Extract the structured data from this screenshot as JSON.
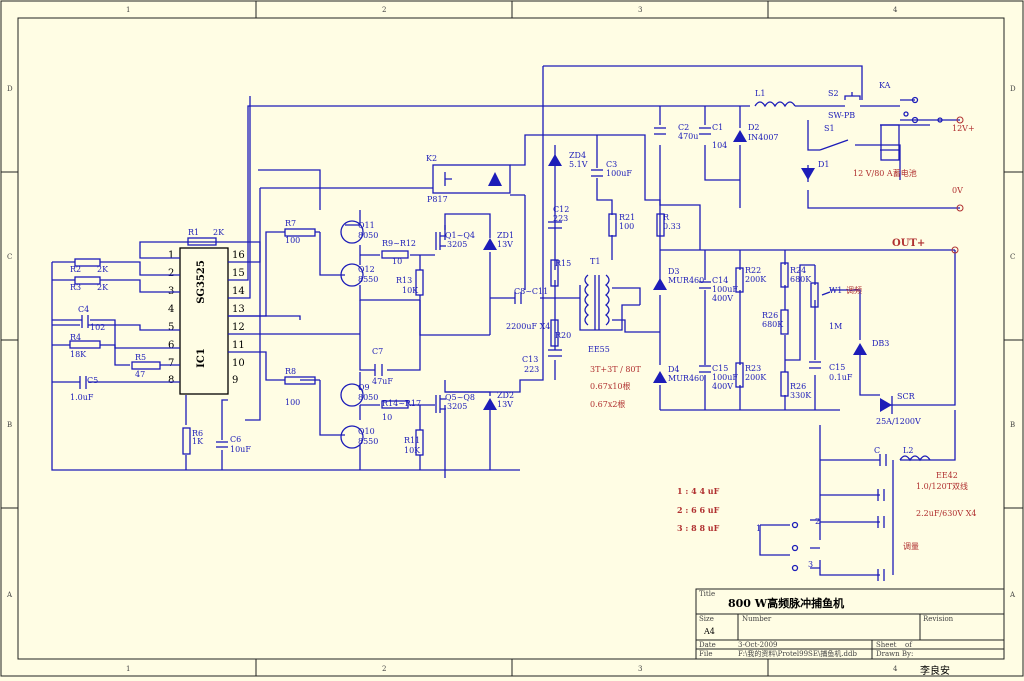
{
  "frame": {
    "cols": [
      "1",
      "2",
      "3",
      "4"
    ],
    "rows": [
      "D",
      "C",
      "B",
      "A"
    ]
  },
  "title_block": {
    "title_label": "Title",
    "title": "800 W高频脉冲捕鱼机",
    "size_label": "Size",
    "size": "A4",
    "number_label": "Number",
    "revision_label": "Revision",
    "date_label": "Date",
    "date": "3-Oct-2009",
    "sheet_label": "Sheet",
    "sheet_of": "of",
    "file_label": "File",
    "file": "F:\\我的资料\\Protel99SE\\捕鱼机.ddb",
    "drawn_label": "Drawn By:",
    "author": "李良安"
  },
  "ic": {
    "name": "IC1",
    "part": "SG3525",
    "pins_left": [
      "1",
      "2",
      "3",
      "4",
      "5",
      "6",
      "7",
      "8"
    ],
    "pins_right": [
      "16",
      "15",
      "14",
      "13",
      "12",
      "11",
      "10",
      "9"
    ]
  },
  "components": {
    "r1": "R1",
    "r1v": "2K",
    "r2": "R2",
    "r2v": "2K",
    "r3": "R3",
    "r3v": "2K",
    "c4": "C4",
    "c4v": "102",
    "r4": "R4",
    "r4v": "18K",
    "r5": "R5",
    "r5v": "47",
    "c5": "C5",
    "c5v": "1.0uF",
    "r6": "R6",
    "r6v": "1K",
    "c6": "C6",
    "c6v": "10uF",
    "r7": "R7",
    "r7v": "100",
    "r8": "R8",
    "r8v": "100",
    "q11": "Q11",
    "q11v": "8050",
    "q12": "Q12",
    "q12v": "8550",
    "q9": "Q9",
    "q9v": "8050",
    "q10": "Q10",
    "q10v": "8550",
    "r912": "R9~R12",
    "r912v": "10",
    "r1417": "R14~R17",
    "r1417v": "10",
    "r13": "R13",
    "r13v": "10K",
    "r11": "R11",
    "r11v": "10K",
    "q14": "Q1~Q4",
    "q14v": "3205",
    "q58": "Q5~Q8",
    "q58v": "3205",
    "zd1": "ZD1",
    "zd1v": "13V",
    "zd2": "ZD2",
    "zd2v": "13V",
    "c7": "C7",
    "c7v": "47uF",
    "k2": "K2",
    "k2v": "P817",
    "zd4": "ZD4",
    "zd4v": "5.1V",
    "c3": "C3",
    "c3v": "100uF",
    "c12": "C12",
    "c12v": "223",
    "c13": "C13",
    "c13v": "223",
    "c811": "C8~C11",
    "c811v": "2200uF X4",
    "r15": "R15",
    "r20": "R20",
    "t1": "T1",
    "t1v": "EE55",
    "t1w": "3T+3T / 80T",
    "t1a": "0.67x10根",
    "t1b": "0.67x2根",
    "r21": "R21",
    "r21v": "100",
    "r": "R",
    "rv": "0.33",
    "c2": "C2",
    "c2v": "470u",
    "c1": "C1",
    "c1v": "104",
    "d2": "D2",
    "d2v": "IN4007",
    "l1": "L1",
    "s2": "S2",
    "s2v": "SW-PB",
    "s1": "S1",
    "d1": "D1",
    "ka": "KA",
    "v12": "12V+",
    "v0": "0V",
    "bat": "12 V/80 A蓄电池",
    "out": "OUT+",
    "d3": "D3",
    "d3v": "MUR460",
    "d4": "D4",
    "d4v": "MUR460",
    "c14": "C14",
    "c14v": "100uF",
    "c14w": "400V",
    "c15": "C15",
    "c15v": "100uF",
    "c15w": "400V",
    "r22": "R22",
    "r22v": "200K",
    "r23": "R23",
    "r23v": "200K",
    "r24": "R24",
    "r24v": "680K",
    "r26a": "R26",
    "r26av": "680K",
    "r26b": "R26",
    "r26bv": "330K",
    "w1": "W1",
    "w1n": "调频",
    "w1v": "1M",
    "c16": "C15",
    "c16v": "0.1uF",
    "db3": "DB3",
    "scr": "SCR",
    "scrv": "25A/1200V",
    "c": "C",
    "l2": "L2",
    "l2n": "EE42",
    "l2v": "1.0/120T双线",
    "cap": "2.2uF/630V X4",
    "tune": "调量",
    "sel1": "1 : 4 4 uF",
    "sel2": "2 : 6 6 uF",
    "sel3": "3 : 8 8 uF",
    "sw1": "1",
    "sw2": "2",
    "sw3": "3"
  }
}
